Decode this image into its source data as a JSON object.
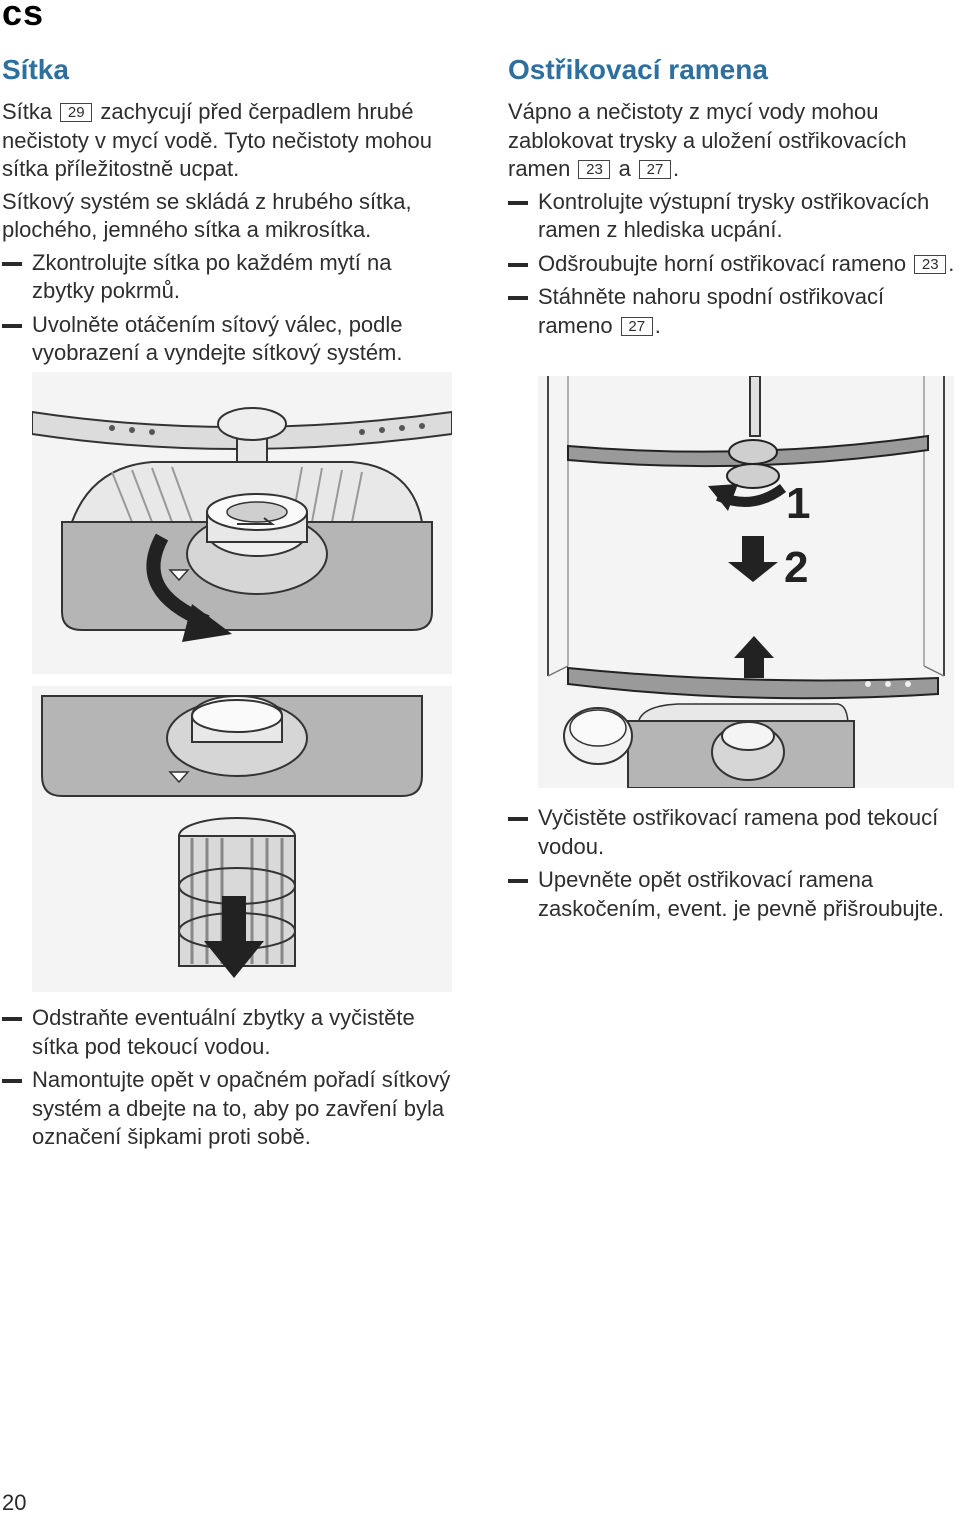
{
  "lang_code": "cs",
  "left": {
    "title": "Sítka",
    "intro1_a": "Sítka",
    "intro1_ref": "29",
    "intro1_b": "zachycují před čerpadlem hrubé nečistoty v mycí vodě. Tyto nečistoty mohou sítka příležitostně ucpat.",
    "intro2": "Sítkový systém se skládá z hrubého sítka, plochého, jemného sítka a mikrosítka.",
    "bullets_top": [
      "Zkontrolujte sítka po každém mytí na zbytky pokrmů.",
      "Uvolněte otáčením sítový válec, podle vyobrazení a vyndejte sítkový systém."
    ],
    "bullets_bottom": [
      "Odstraňte eventuální zbytky a vyčistěte sítka pod tekoucí vodou.",
      "Namontujte opět v opačném pořadí sítkový systém a dbejte na to, aby po zavření byla označení šipkami proti sobě."
    ]
  },
  "right": {
    "title": "Ostřikovací ramena",
    "intro_a": "Vápno a nečistoty z mycí vody mohou zablokovat trysky a uložení ostřikovacích ramen",
    "ref_a": "23",
    "intro_mid": "a",
    "ref_b": "27",
    "intro_end": ".",
    "bullet1": "Kontrolujte výstupní trysky ostřikovacích ramen z hlediska ucpání.",
    "bullet2_a": "Odšroubujte horní ostřikovací rameno",
    "bullet2_ref": "23",
    "bullet2_end": ".",
    "bullet3_a": "Stáhněte nahoru spodní ostřikovací rameno",
    "bullet3_ref": "27",
    "bullet3_end": ".",
    "figure_step_1": "1",
    "figure_step_2": "2",
    "bullets_bottom": [
      "Vyčistěte ostřikovací ramena pod tekoucí vodou.",
      "Upevněte opět ostřikovací ramena zaskočením, event. je pevně přišroubujte."
    ]
  },
  "page_number": "20"
}
